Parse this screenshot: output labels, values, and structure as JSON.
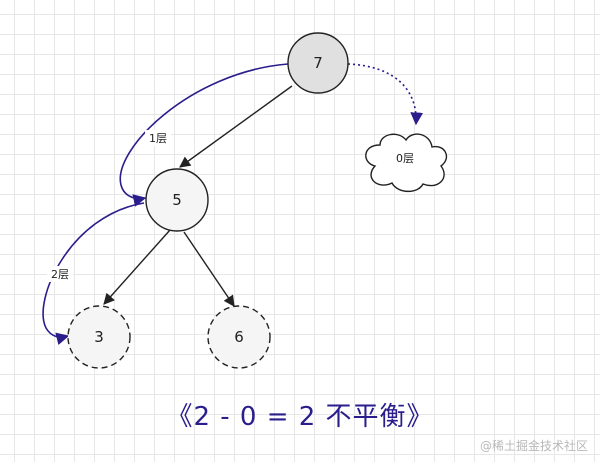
{
  "colors": {
    "accent": "#2a1d8c",
    "node_root_fill": "#e0e0e0",
    "node_fill": "#f5f5f5",
    "stroke": "#222222"
  },
  "nodes": {
    "root": "7",
    "left": "5",
    "left_left": "3",
    "left_right": "6",
    "cloud": "0层"
  },
  "labels": {
    "level1": "1层",
    "level2": "2层"
  },
  "caption": "《2 - 0 = 2 不平衡》",
  "watermark": "@稀土掘金技术社区"
}
